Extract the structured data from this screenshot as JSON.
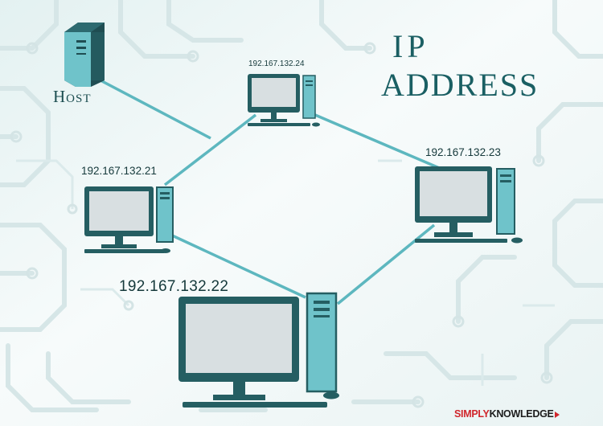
{
  "title": {
    "line1": "IP",
    "line2": "ADDRESS"
  },
  "host": {
    "label": "Host"
  },
  "nodes": [
    {
      "id": "pc-top",
      "ip": "192.167.132.24"
    },
    {
      "id": "pc-right",
      "ip": "192.167.132.23"
    },
    {
      "id": "pc-left",
      "ip": "192.167.132.21"
    },
    {
      "id": "pc-bottom",
      "ip": "192.167.132.22"
    }
  ],
  "brand": {
    "part1": "SIMPLY",
    "part2": "KNOWLEDGE"
  },
  "colors": {
    "accent": "#5db7bf",
    "dark": "#255e62",
    "screen": "#d8dfe1",
    "title": "#1a5f63",
    "brand_red": "#d0262c"
  }
}
